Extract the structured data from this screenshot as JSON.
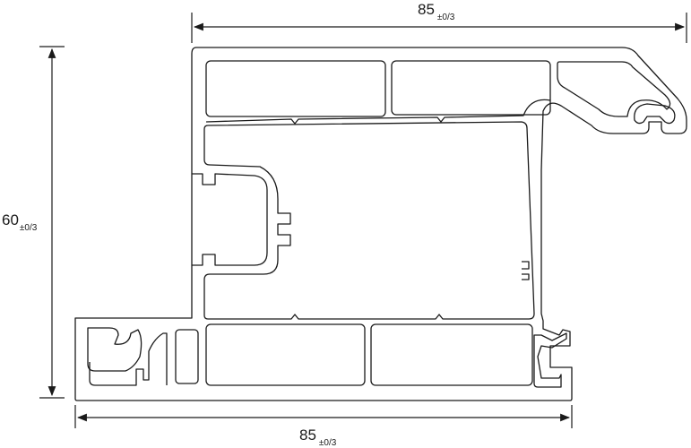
{
  "dimensions": {
    "top": {
      "value": "85",
      "tolerance": "±0/3"
    },
    "left": {
      "value": "60",
      "tolerance": "±0/3"
    },
    "bottom": {
      "value": "85",
      "tolerance": "±0/3"
    }
  },
  "colors": {
    "line": "#1a1a1a",
    "paper": "#ffffff"
  }
}
